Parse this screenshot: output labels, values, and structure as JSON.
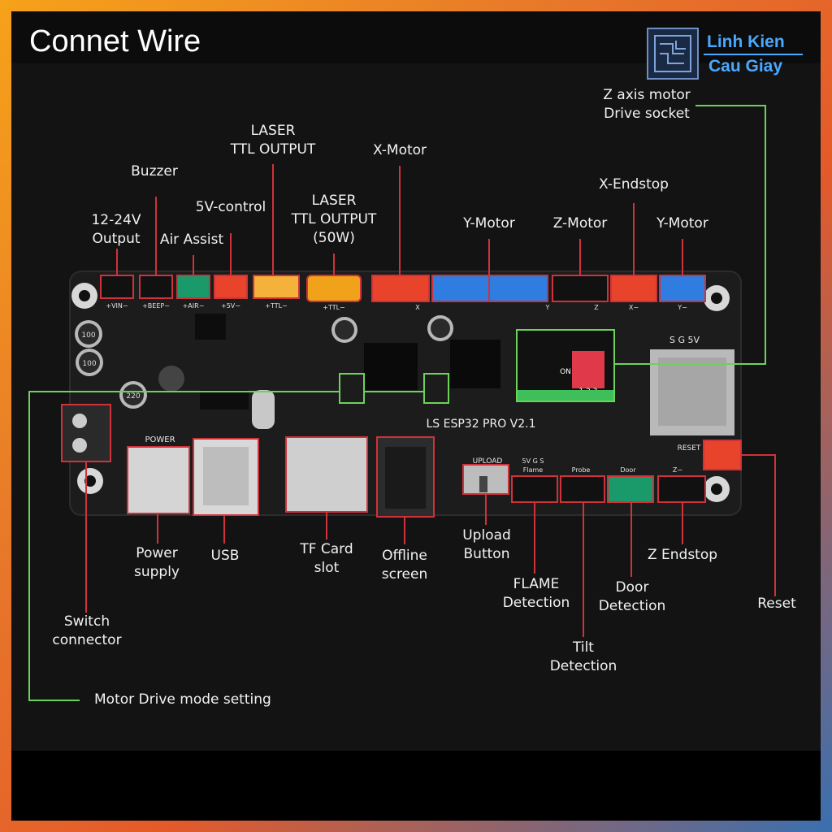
{
  "header": {
    "title": "Connet Wire"
  },
  "brand": {
    "line1": "Linh Kien",
    "line2": "Cau Giay"
  },
  "board": {
    "model": "LS ESP32 PRO V2.1",
    "silk": {
      "power": "POWER",
      "upload": "UPLOAD",
      "reset": "RESET",
      "sg5v": "S G 5V",
      "vin": "+VIN−",
      "beep": "+BEEP−",
      "air": "+AIR−",
      "v5": "+5V−",
      "ttl": "+TTL−",
      "ttl2": "+TTL−",
      "x": "X",
      "y": "Y",
      "z": "Z",
      "xs": "X−",
      "ys": "Y−",
      "zs": "Z−",
      "flame": "Flame",
      "probe": "Probe",
      "door": "Door",
      "sgs": "5V G S",
      "dip": "ON",
      "dipnum": "1 2 3",
      "cap1": "100",
      "cap2": "100",
      "cap3": "220"
    }
  },
  "labels": {
    "z_socket": [
      "Z axis motor",
      "Drive socket"
    ],
    "laser_ttl": [
      "LASER",
      "TTL OUTPUT"
    ],
    "x_motor": [
      "X-Motor"
    ],
    "buzzer": [
      "Buzzer"
    ],
    "laser_50w": [
      "LASER",
      "TTL OUTPUT",
      "(50W)"
    ],
    "x_endstop": [
      "X-Endstop"
    ],
    "v12_24": [
      "12-24V",
      "Output"
    ],
    "v5_control": [
      "5V-control"
    ],
    "air_assist": [
      "Air Assist"
    ],
    "y_motor_1": [
      "Y-Motor"
    ],
    "z_motor": [
      "Z-Motor"
    ],
    "y_motor_2": [
      "Y-Motor"
    ],
    "power_supply": [
      "Power",
      "supply"
    ],
    "usb": [
      "USB"
    ],
    "tf_card": [
      "TF Card",
      "slot"
    ],
    "offline_screen": [
      "Offline",
      "screen"
    ],
    "upload_button": [
      "Upload",
      "Button"
    ],
    "z_endstop": [
      "Z Endstop"
    ],
    "flame": [
      "FLAME",
      "Detection"
    ],
    "door": [
      "Door",
      "Detection"
    ],
    "reset": [
      "Reset"
    ],
    "switch_connector": [
      "Switch",
      "connector"
    ],
    "tilt": [
      "Tilt",
      "Detection"
    ],
    "motor_mode": [
      "Motor Drive mode setting"
    ]
  },
  "colors": {
    "accent_red": "#d0323a",
    "accent_green": "#6bd35a",
    "board": "#1c1c1c"
  }
}
